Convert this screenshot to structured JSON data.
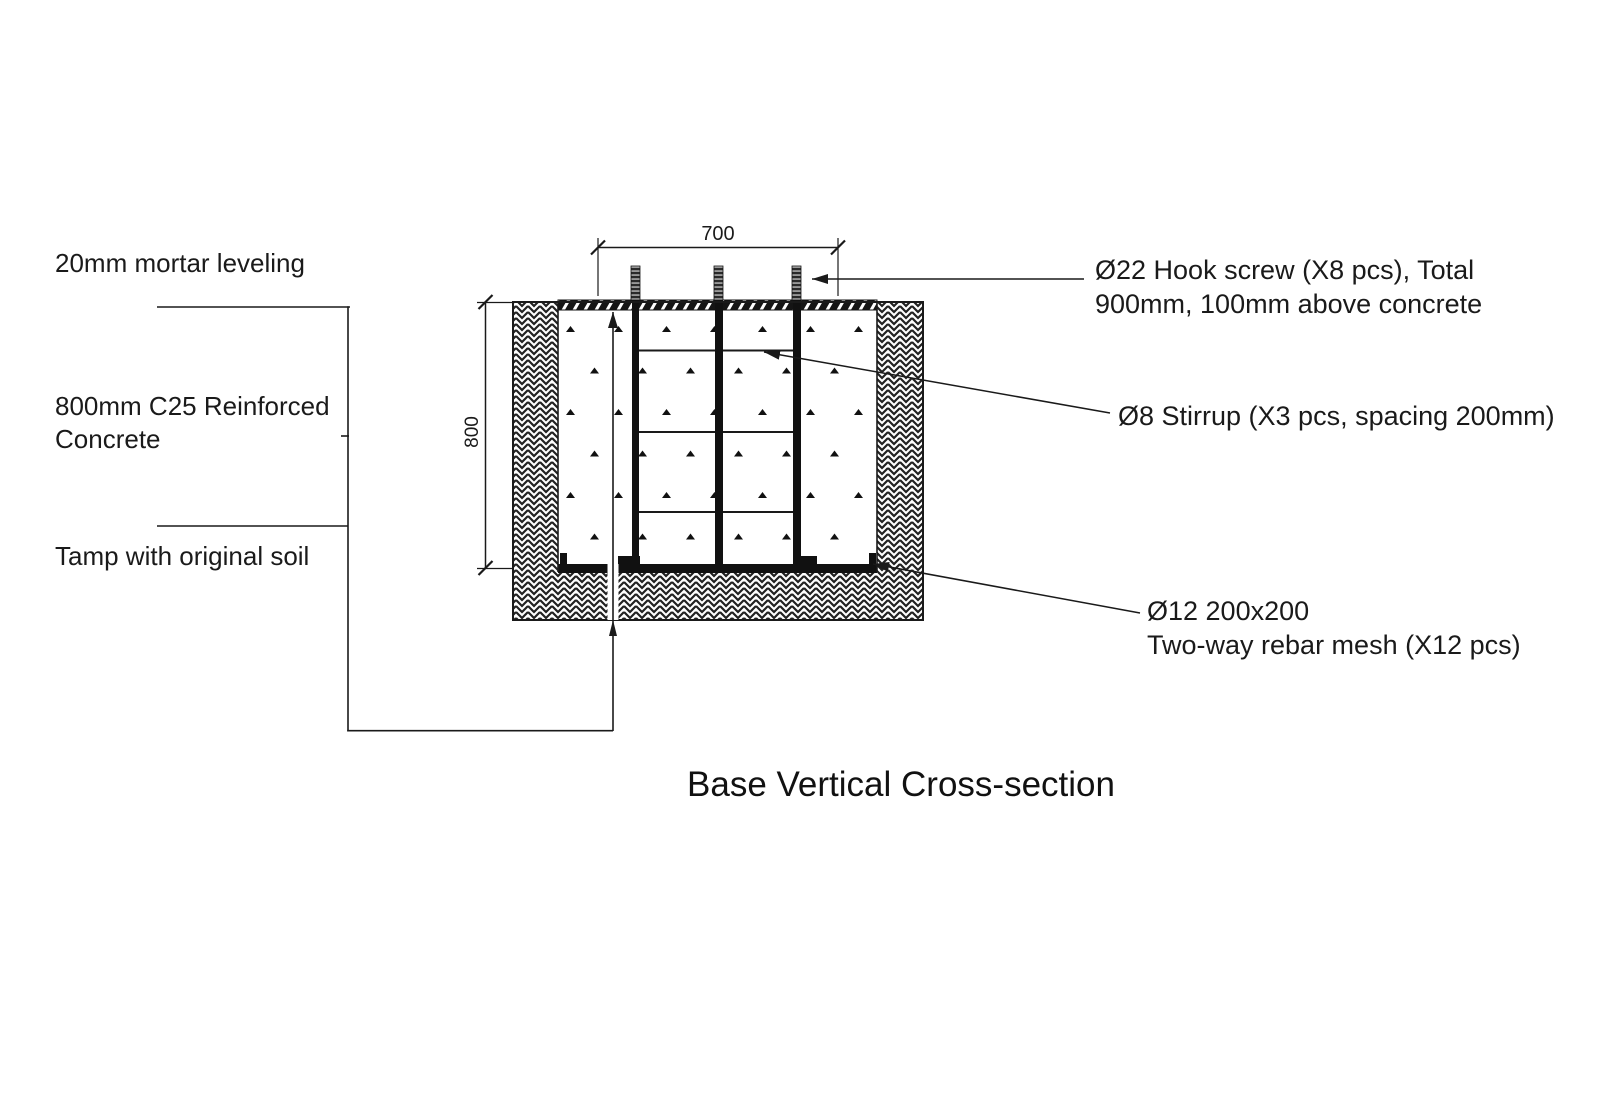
{
  "title": "Base Vertical Cross-section",
  "dims": {
    "width_700": "700",
    "height_800": "800"
  },
  "callouts": {
    "mortar": {
      "line1": "20mm mortar leveling"
    },
    "concrete": {
      "line1": "800mm C25 Reinforced",
      "line2": "Concrete"
    },
    "soil": {
      "line1": "Tamp with original soil"
    },
    "hook": {
      "line1": "Ø22 Hook screw (X8 pcs), Total",
      "line2": "900mm, 100mm above concrete"
    },
    "stirrup": {
      "line1": "Ø8 Stirrup (X3 pcs, spacing 200mm)"
    },
    "mesh": {
      "line1": "Ø12 200x200",
      "line2": "Two-way rebar mesh (X12 pcs)"
    }
  },
  "colors": {
    "ink": "#1a1a1a",
    "background": "#ffffff"
  }
}
